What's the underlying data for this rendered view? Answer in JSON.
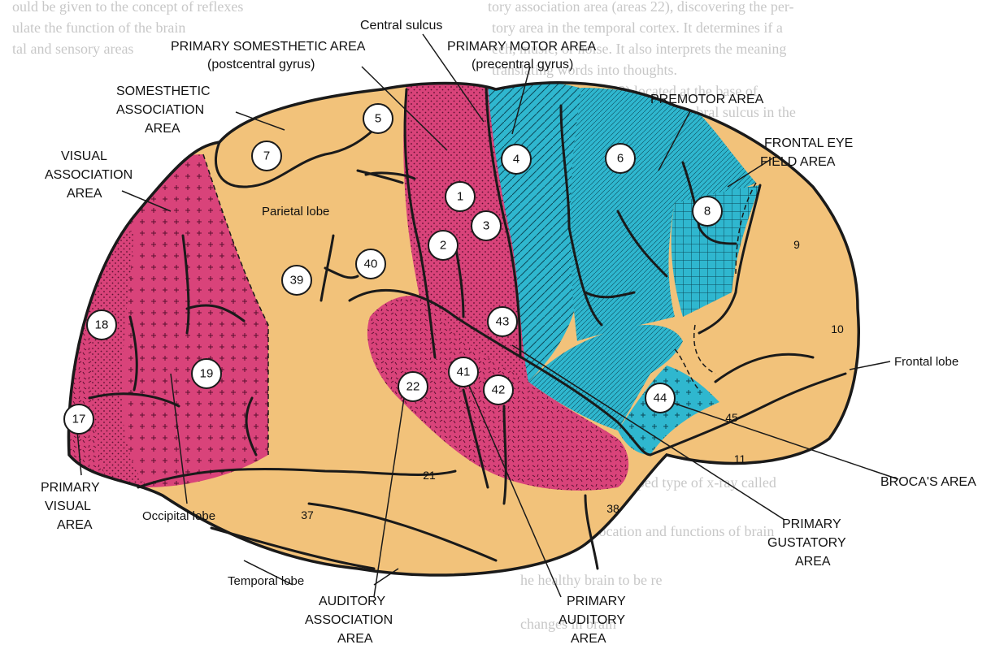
{
  "labels": {
    "primary_somesthetic": [
      "PRIMARY SOMESTHETIC AREA",
      "(postcentral gyrus)"
    ],
    "central_sulcus": "Central sulcus",
    "primary_motor": [
      "PRIMARY MOTOR AREA",
      "(precentral gyrus)"
    ],
    "premotor": "PREMOTOR AREA",
    "somesthetic_association": [
      "SOMESTHETIC",
      "ASSOCIATION",
      "AREA"
    ],
    "visual_association": [
      "VISUAL",
      "ASSOCIATION",
      "AREA"
    ],
    "frontal_eye_field": [
      "FRONTAL EYE",
      "FIELD AREA"
    ],
    "frontal_lobe": "Frontal lobe",
    "parietal_lobe": "Parietal lobe",
    "brocas_area": "BROCA'S AREA",
    "primary_gustatory": [
      "PRIMARY",
      "GUSTATORY",
      "AREA"
    ],
    "primary_visual": [
      "PRIMARY",
      "VISUAL",
      "AREA"
    ],
    "occipital_lobe": "Occipital lobe",
    "temporal_lobe": "Temporal lobe",
    "auditory_association": [
      "AUDITORY",
      "ASSOCIATION",
      "AREA"
    ],
    "primary_auditory": [
      "PRIMARY",
      "AUDITORY",
      "AREA"
    ]
  },
  "circled_areas": [
    "1",
    "2",
    "3",
    "4",
    "5",
    "6",
    "7",
    "8",
    "17",
    "18",
    "19",
    "22",
    "39",
    "40",
    "41",
    "42",
    "43",
    "44"
  ],
  "plain_areas": [
    "9",
    "10",
    "11",
    "21",
    "37",
    "38",
    "45"
  ],
  "colors": {
    "somatosensory": "#d9437a",
    "motor": "#2fb7cf",
    "association": "#f2c27a",
    "outline": "#1a1a1a"
  }
}
